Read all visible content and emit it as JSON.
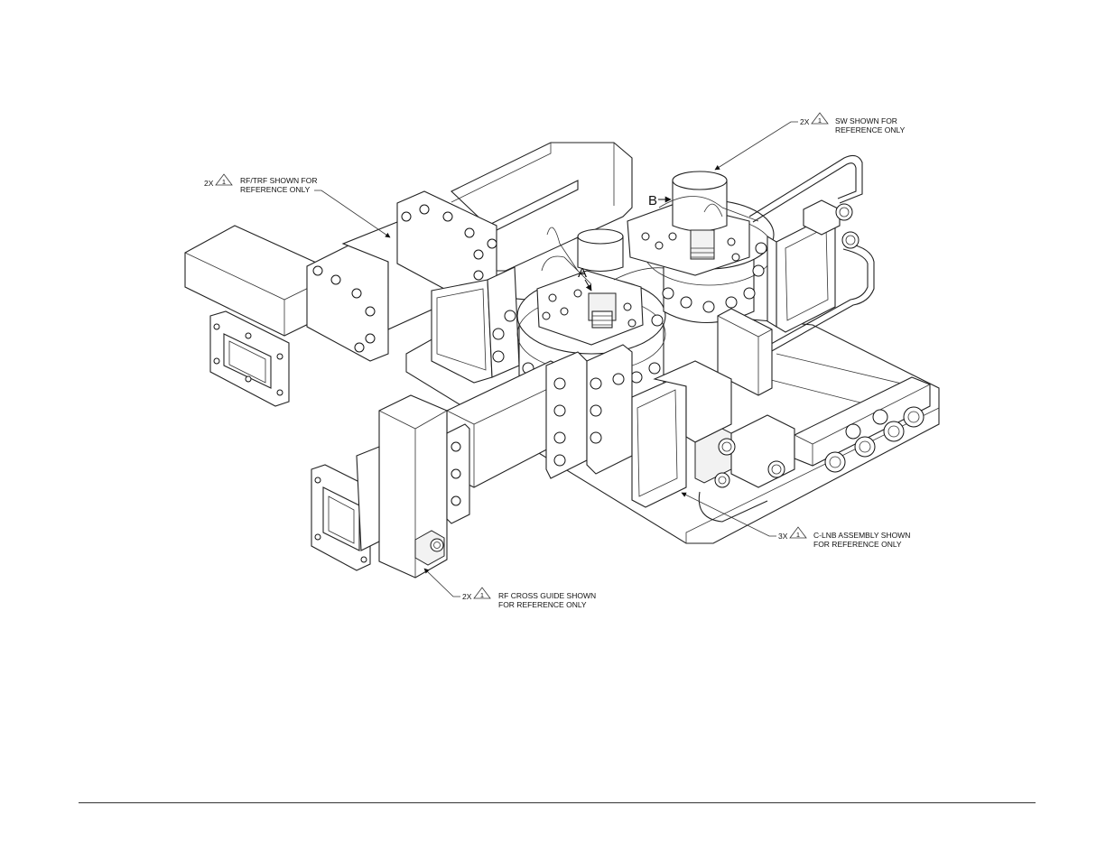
{
  "callouts": {
    "rf_trf": {
      "qty": "2X",
      "flag": "1",
      "line1": "RF/TRF SHOWN FOR",
      "line2": "REFERENCE ONLY"
    },
    "sw": {
      "qty": "2X",
      "flag": "1",
      "line1": "SW SHOWN FOR",
      "line2": "REFERENCE ONLY"
    },
    "c_lnb": {
      "qty": "3X",
      "flag": "1",
      "line1": "C-LNB ASSEMBLY SHOWN",
      "line2": "FOR REFERENCE ONLY"
    },
    "rf_cross": {
      "qty": "2X",
      "flag": "1",
      "line1": "RF CROSS GUIDE SHOWN",
      "line2": "FOR REFERENCE ONLY"
    }
  },
  "view_labels": {
    "a": "A",
    "b": "B"
  }
}
